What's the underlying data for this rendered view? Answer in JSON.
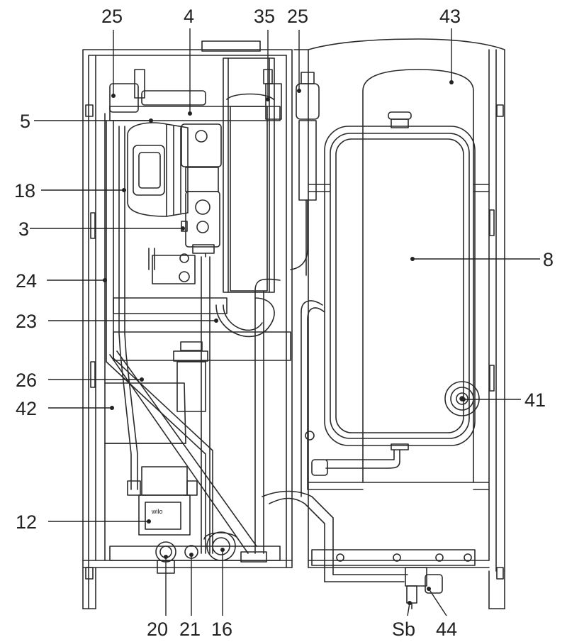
{
  "diagram": {
    "labels": {
      "l25a": "25",
      "l4": "4",
      "l35": "35",
      "l25b": "25",
      "l43": "43",
      "l5": "5",
      "l18": "18",
      "l3": "3",
      "l8": "8",
      "l24": "24",
      "l23": "23",
      "l26": "26",
      "l42": "42",
      "l41": "41",
      "l12": "12",
      "l20": "20",
      "l21": "21",
      "l16": "16",
      "lSb": "Sb",
      "l44": "44"
    },
    "tag_logo": "wilo"
  }
}
